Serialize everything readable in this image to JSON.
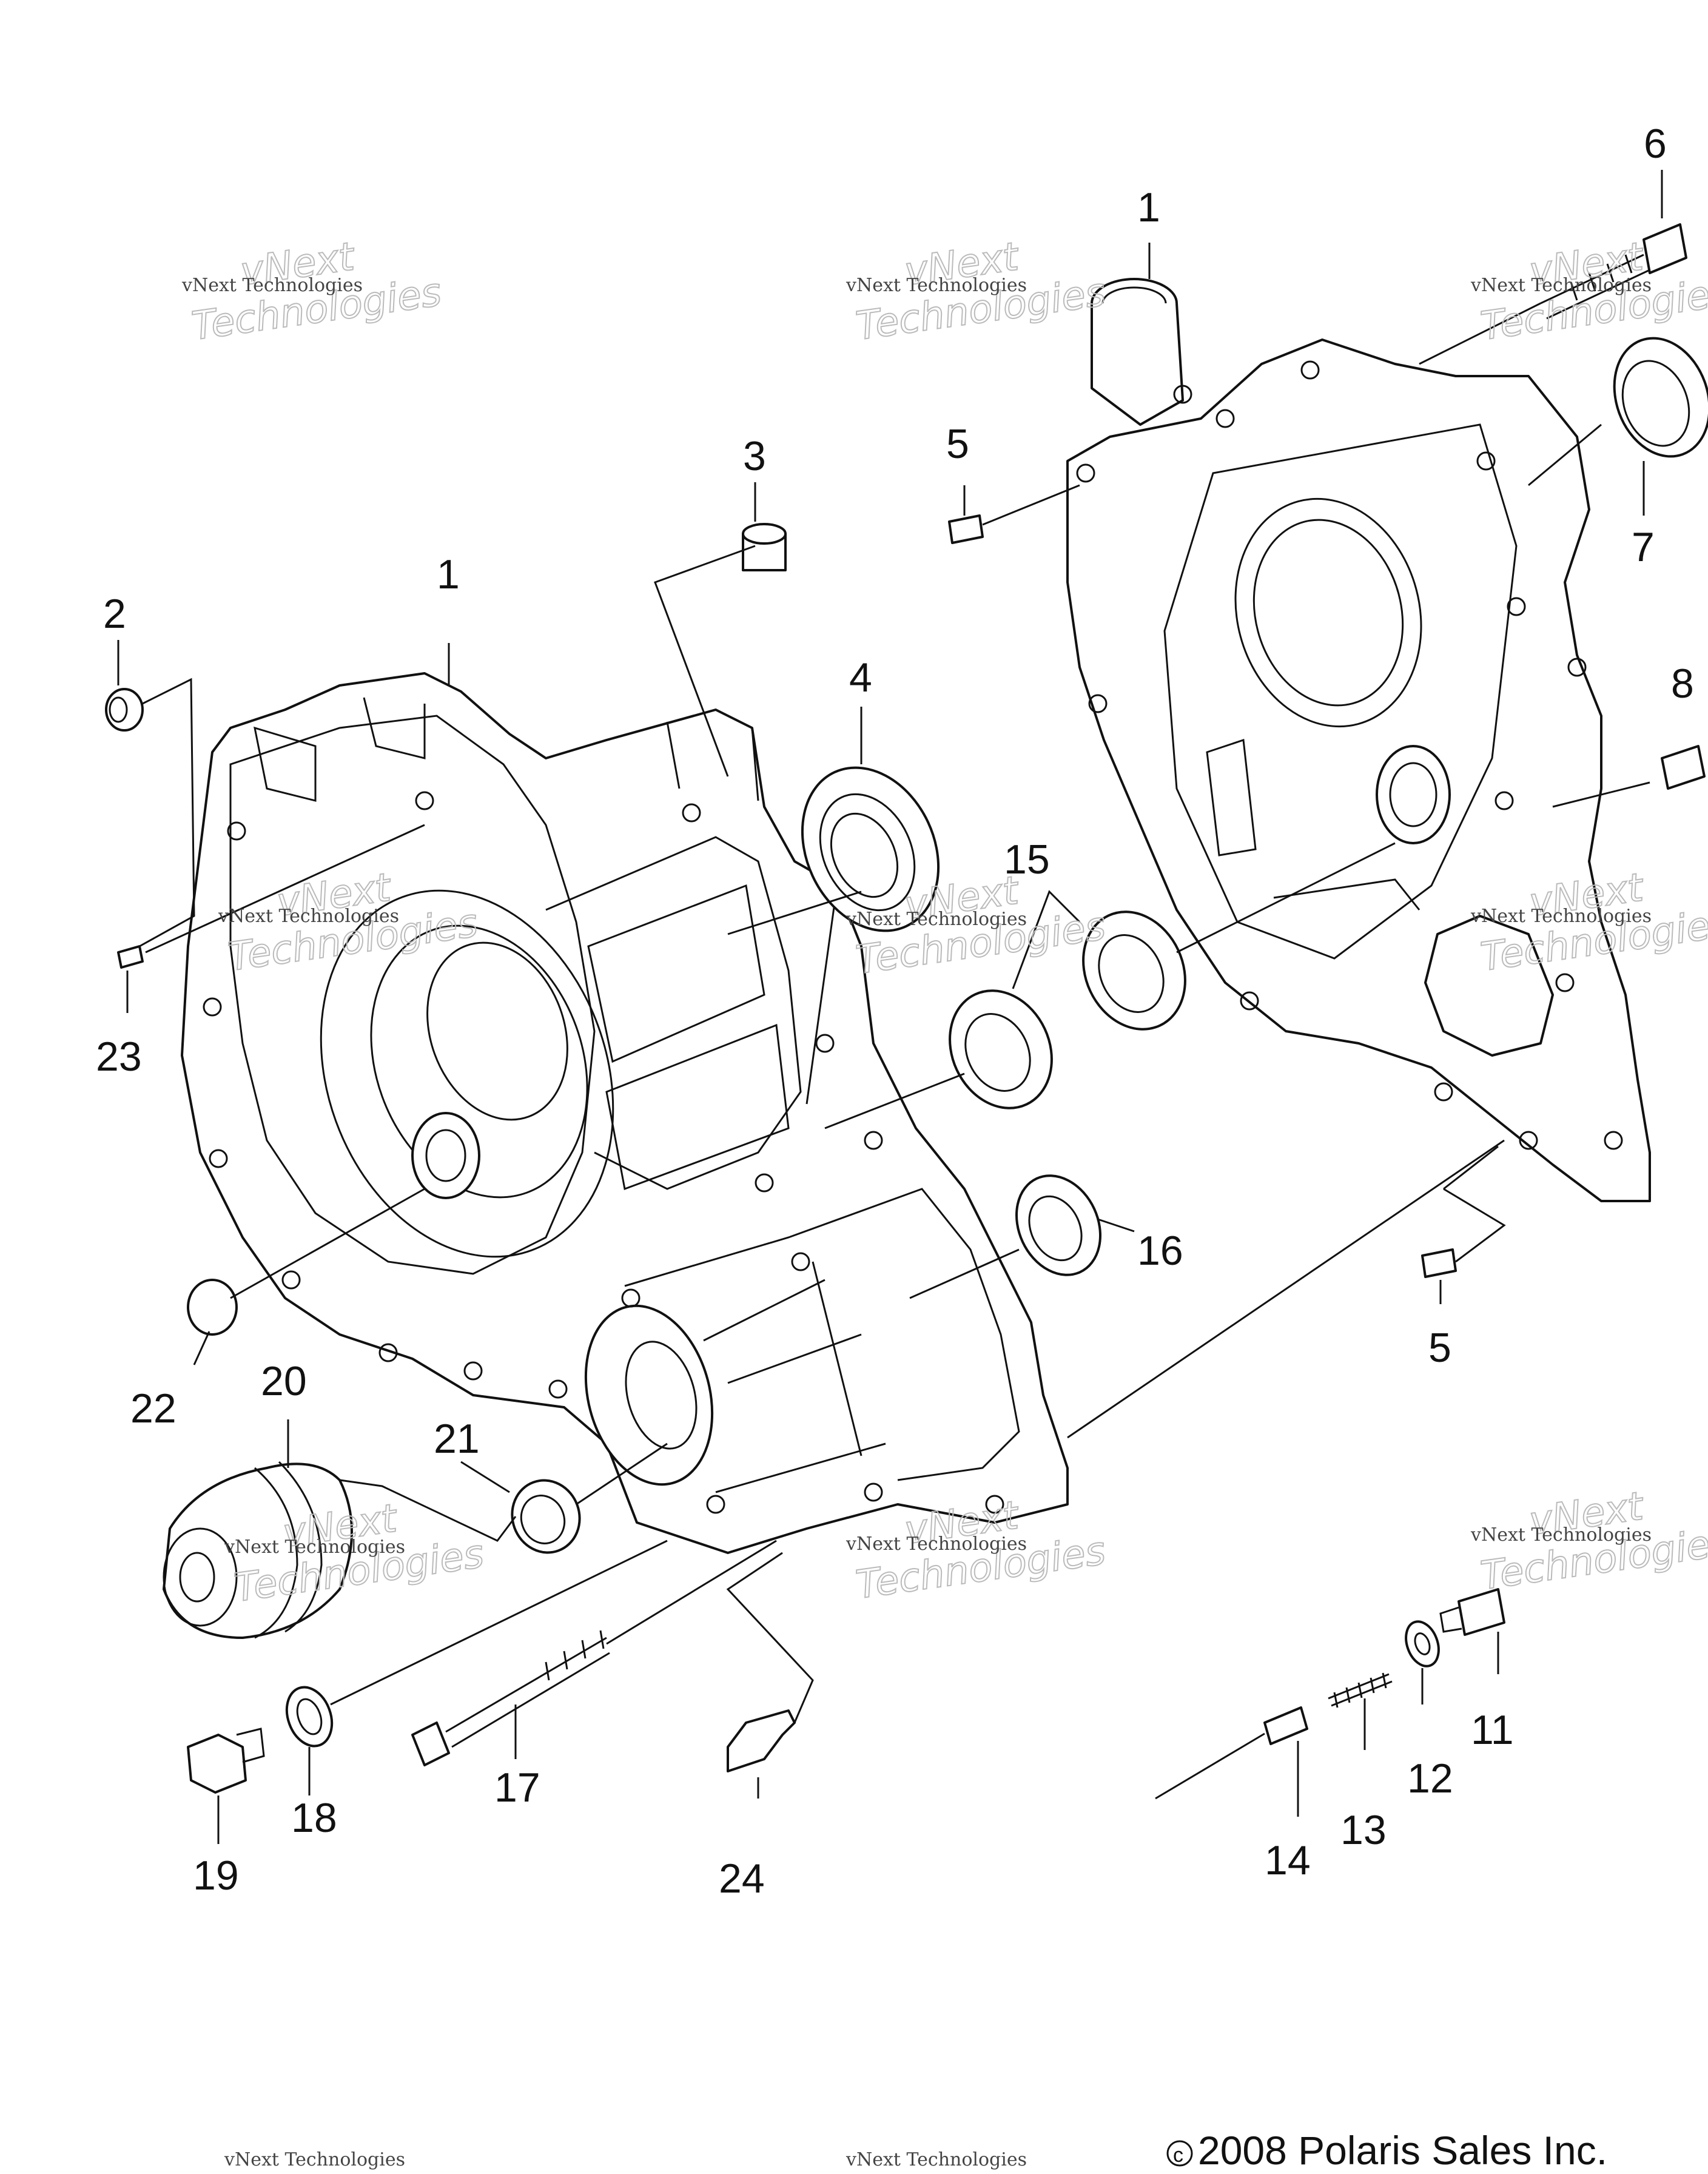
{
  "callouts": [
    {
      "id": "1a",
      "text": "1"
    },
    {
      "id": "1b",
      "text": "1"
    },
    {
      "id": "2",
      "text": "2"
    },
    {
      "id": "3",
      "text": "3"
    },
    {
      "id": "4",
      "text": "4"
    },
    {
      "id": "5a",
      "text": "5"
    },
    {
      "id": "5b",
      "text": "5"
    },
    {
      "id": "6",
      "text": "6"
    },
    {
      "id": "7",
      "text": "7"
    },
    {
      "id": "8",
      "text": "8"
    },
    {
      "id": "11",
      "text": "11"
    },
    {
      "id": "12",
      "text": "12"
    },
    {
      "id": "13",
      "text": "13"
    },
    {
      "id": "14",
      "text": "14"
    },
    {
      "id": "15",
      "text": "15"
    },
    {
      "id": "16",
      "text": "16"
    },
    {
      "id": "17",
      "text": "17"
    },
    {
      "id": "18",
      "text": "18"
    },
    {
      "id": "19",
      "text": "19"
    },
    {
      "id": "20",
      "text": "20"
    },
    {
      "id": "21",
      "text": "21"
    },
    {
      "id": "22",
      "text": "22"
    },
    {
      "id": "23",
      "text": "23"
    },
    {
      "id": "24",
      "text": "24"
    }
  ],
  "watermark": {
    "line1": "vNext Technologies",
    "line2": "Technologies",
    "line3": "vNext"
  },
  "copyright": "2008 Polaris Sales Inc."
}
